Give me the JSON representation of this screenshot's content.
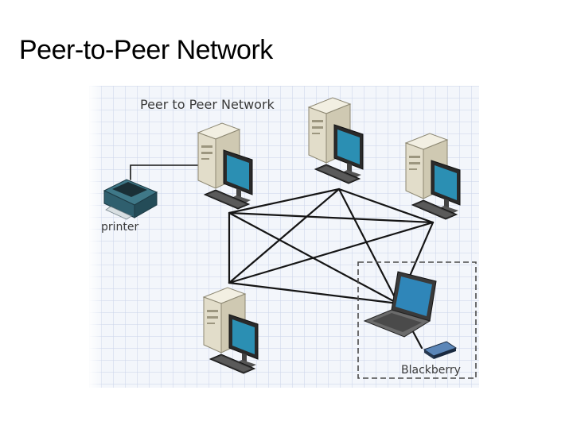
{
  "slide": {
    "title": "Peer-to-Peer Network"
  },
  "diagram": {
    "title": "Peer to Peer Network",
    "labels": {
      "printer": "printer",
      "blackberry": "Blackberry"
    },
    "colors": {
      "grid_line": "#c9d3ea",
      "background": "#f3f6fb",
      "cable": "#151515",
      "monitor_screen": "#2b8fb3",
      "tower": "#e7e3d2",
      "printer": "#2f5f6e",
      "laptop_screen": "#2f86b9",
      "dashed_box": "#4a4a4a"
    },
    "nodes": [
      {
        "id": "pc-top-left",
        "icon": "desktop-computer-icon"
      },
      {
        "id": "pc-top-middle",
        "icon": "desktop-computer-icon"
      },
      {
        "id": "pc-top-right",
        "icon": "desktop-computer-icon"
      },
      {
        "id": "pc-bottom-left",
        "icon": "desktop-computer-icon"
      },
      {
        "id": "laptop",
        "icon": "laptop-icon"
      },
      {
        "id": "printer",
        "icon": "printer-icon"
      },
      {
        "id": "blackberry",
        "icon": "smartphone-icon"
      }
    ],
    "links": [
      [
        "pc-top-left",
        "pc-top-middle"
      ],
      [
        "pc-top-left",
        "pc-top-right"
      ],
      [
        "pc-top-left",
        "pc-bottom-left"
      ],
      [
        "pc-top-left",
        "laptop"
      ],
      [
        "pc-top-middle",
        "pc-top-right"
      ],
      [
        "pc-top-middle",
        "pc-bottom-left"
      ],
      [
        "pc-top-middle",
        "laptop"
      ],
      [
        "pc-top-right",
        "pc-bottom-left"
      ],
      [
        "pc-top-right",
        "laptop"
      ],
      [
        "pc-bottom-left",
        "laptop"
      ],
      [
        "pc-top-left",
        "printer"
      ],
      [
        "laptop",
        "blackberry"
      ]
    ]
  }
}
